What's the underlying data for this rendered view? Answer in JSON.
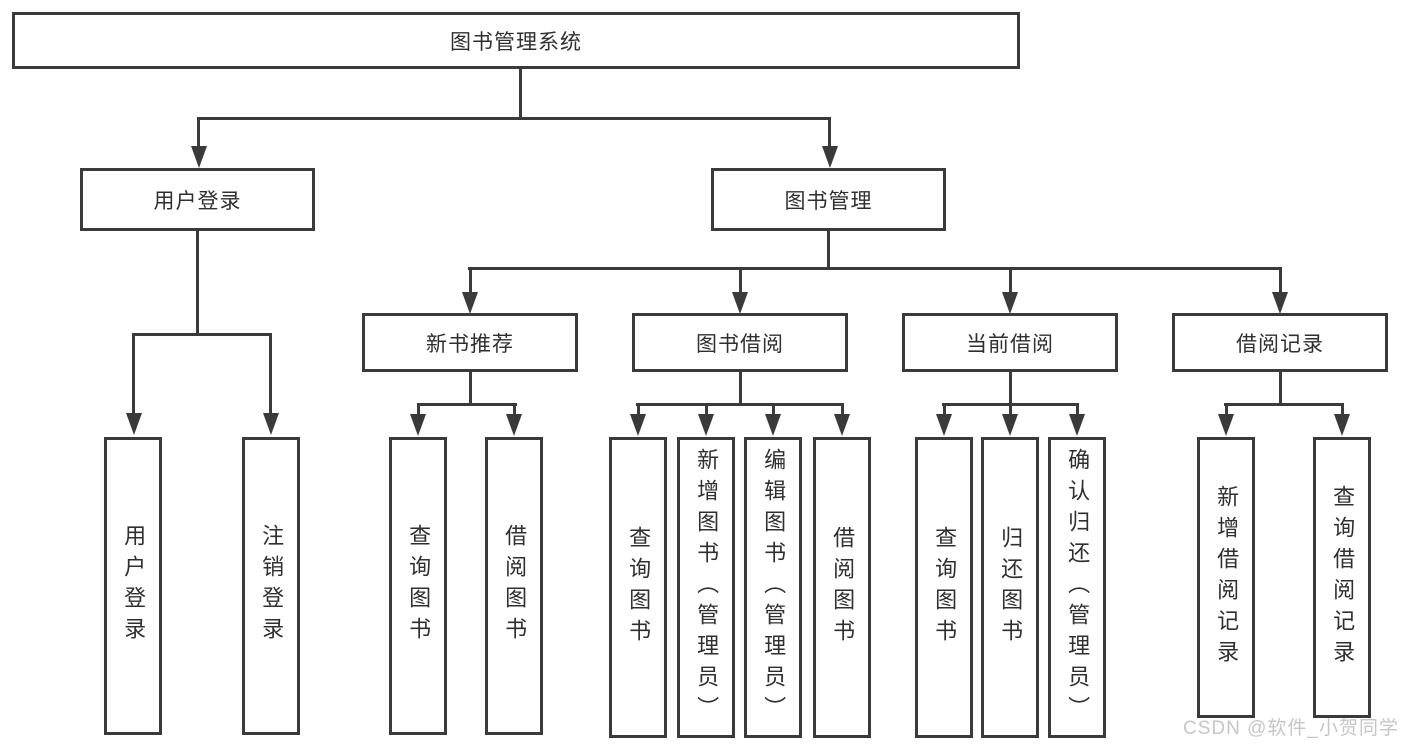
{
  "diagram": {
    "nodes": {
      "root": "图书管理系统",
      "user_login": "用户登录",
      "book_management": "图书管理",
      "user_login_children": [
        "用户登录",
        "注销登录"
      ],
      "book_management_children": [
        "新书推荐",
        "图书借阅",
        "当前借阅",
        "借阅记录"
      ],
      "new_book_children": [
        "查询图书",
        "借阅图书"
      ],
      "borrow_children": [
        "查询图书",
        "新增图书（管理员）",
        "编辑图书（管理员）",
        "借阅图书"
      ],
      "current_children": [
        "查询图书",
        "归还图书",
        "确认归还（管理员）"
      ],
      "record_children": [
        "新增借阅记录",
        "查询借阅记录"
      ]
    },
    "colors": {
      "line": "#3a3a3a",
      "text": "#2f2f2f",
      "background": "#ffffff"
    },
    "watermark": {
      "text": "CSDN @软件_小贺同学",
      "color": "#c6c6c6"
    }
  }
}
